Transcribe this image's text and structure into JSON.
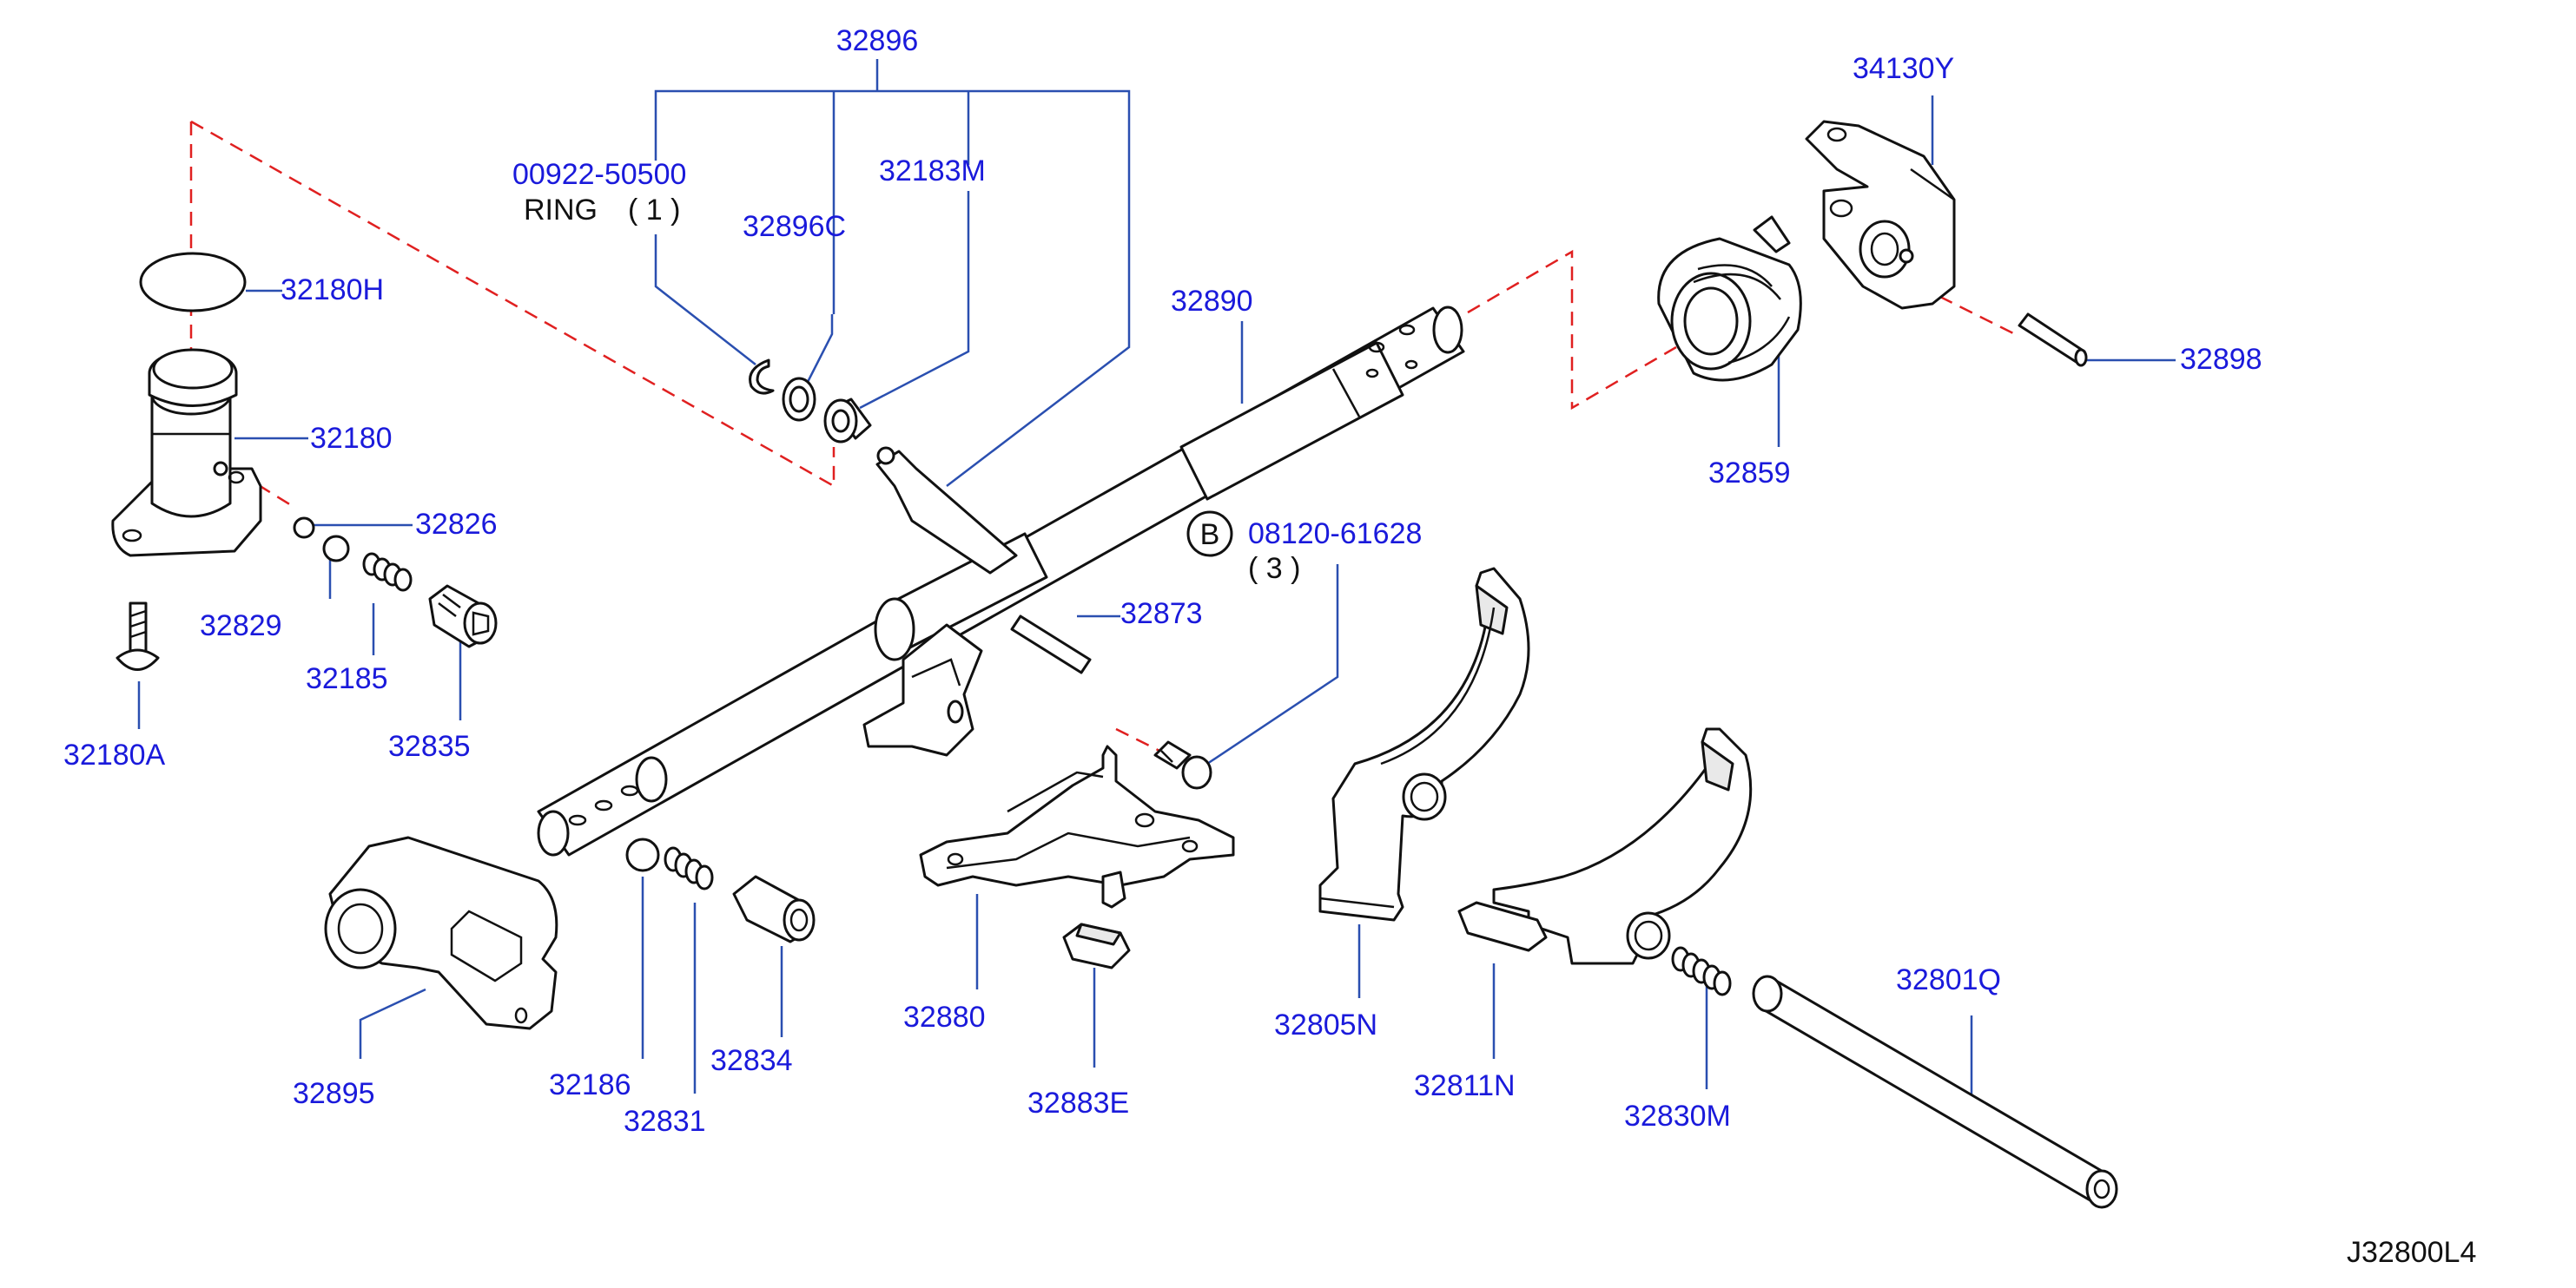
{
  "diagram": {
    "code": "J32800L4",
    "colors": {
      "label": "#1a1adb",
      "leader": "#2a4fb0",
      "dashed_line": "#e02020",
      "outline": "#111111"
    },
    "labels": {
      "p32896": "32896",
      "p00922": "00922-50500",
      "ring": "RING",
      "ring_qty": "(   1   )",
      "p32896c": "32896C",
      "p32183m": "32183M",
      "p34130y": "34130Y",
      "p32180h": "32180H",
      "p32180": "32180",
      "p32826": "32826",
      "p32829": "32829",
      "p32185": "32185",
      "p32835": "32835",
      "p32180a": "32180A",
      "p32890": "32890",
      "p32859": "32859",
      "p32898": "32898",
      "bolt_b": "B",
      "p08120": "08120-61628",
      "bolt_qty": "(   3     )",
      "p32873": "32873",
      "p32880": "32880",
      "p32883e": "32883E",
      "p32805n": "32805N",
      "p32811n": "32811N",
      "p32801q": "32801Q",
      "p32830m": "32830M",
      "p32895": "32895",
      "p32186": "32186",
      "p32831": "32831",
      "p32834": "32834"
    }
  }
}
